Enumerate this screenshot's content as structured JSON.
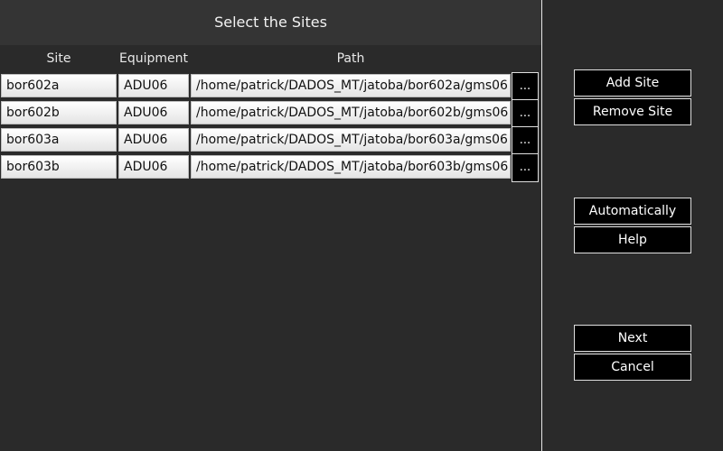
{
  "dialog": {
    "title": "Select the Sites"
  },
  "table": {
    "columns": {
      "site": "Site",
      "equipment": "Equipment",
      "path": "Path"
    },
    "browse_label": "...",
    "rows": [
      {
        "site": "bor602a",
        "equipment": "ADU06",
        "path": "/home/patrick/DADOS_MT/jatoba/bor602a/gms06"
      },
      {
        "site": "bor602b",
        "equipment": "ADU06",
        "path": "/home/patrick/DADOS_MT/jatoba/bor602b/gms06"
      },
      {
        "site": "bor603a",
        "equipment": "ADU06",
        "path": "/home/patrick/DADOS_MT/jatoba/bor603a/gms06"
      },
      {
        "site": "bor603b",
        "equipment": "ADU06",
        "path": "/home/patrick/DADOS_MT/jatoba/bor603b/gms06"
      }
    ]
  },
  "buttons": {
    "add_site": "Add Site",
    "remove_site": "Remove Site",
    "automatically": "Automatically",
    "help": "Help",
    "next": "Next",
    "cancel": "Cancel"
  }
}
